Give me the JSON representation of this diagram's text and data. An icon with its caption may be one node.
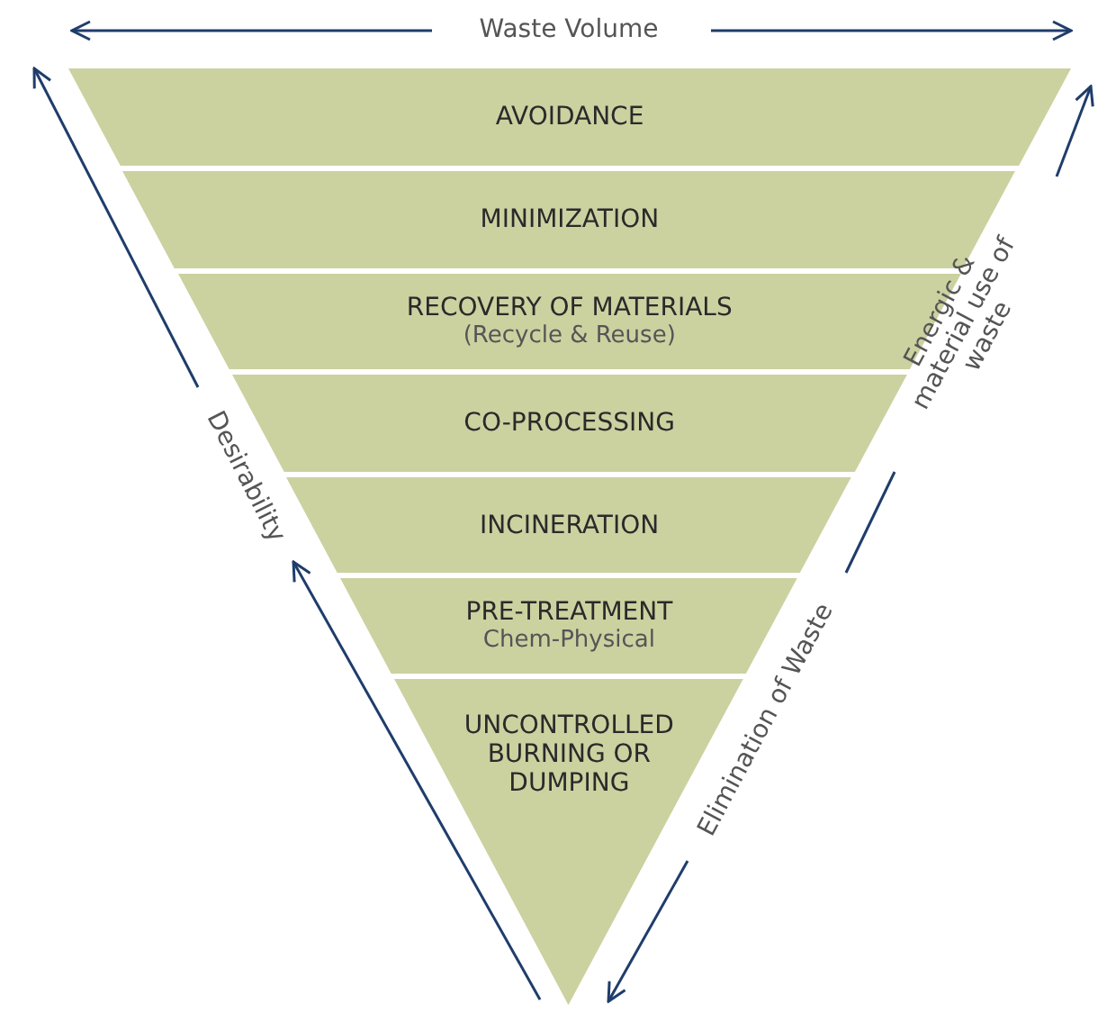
{
  "diagram": {
    "nodes": [
      {
        "text": [
          "AVOIDANCE"
        ]
      },
      {
        "text": [
          "MINIMIZATION"
        ]
      },
      {
        "text": [
          "RECOVERY OF MATERIALS",
          "(Recycle & Reuse)"
        ]
      },
      {
        "text": [
          "CO-PROCESSING"
        ]
      },
      {
        "text": [
          "INCINERATION"
        ]
      },
      {
        "text": [
          "PRE-TREATMENT",
          "Chem-Physical"
        ]
      },
      {
        "text": [
          "UNCONTROLLED BURNING OR DUMPING"
        ]
      }
    ],
    "labels": [
      "Waste Volume",
      "Energic & material use of waste",
      "Desirability",
      "Elimination of Waste"
    ]
  }
}
